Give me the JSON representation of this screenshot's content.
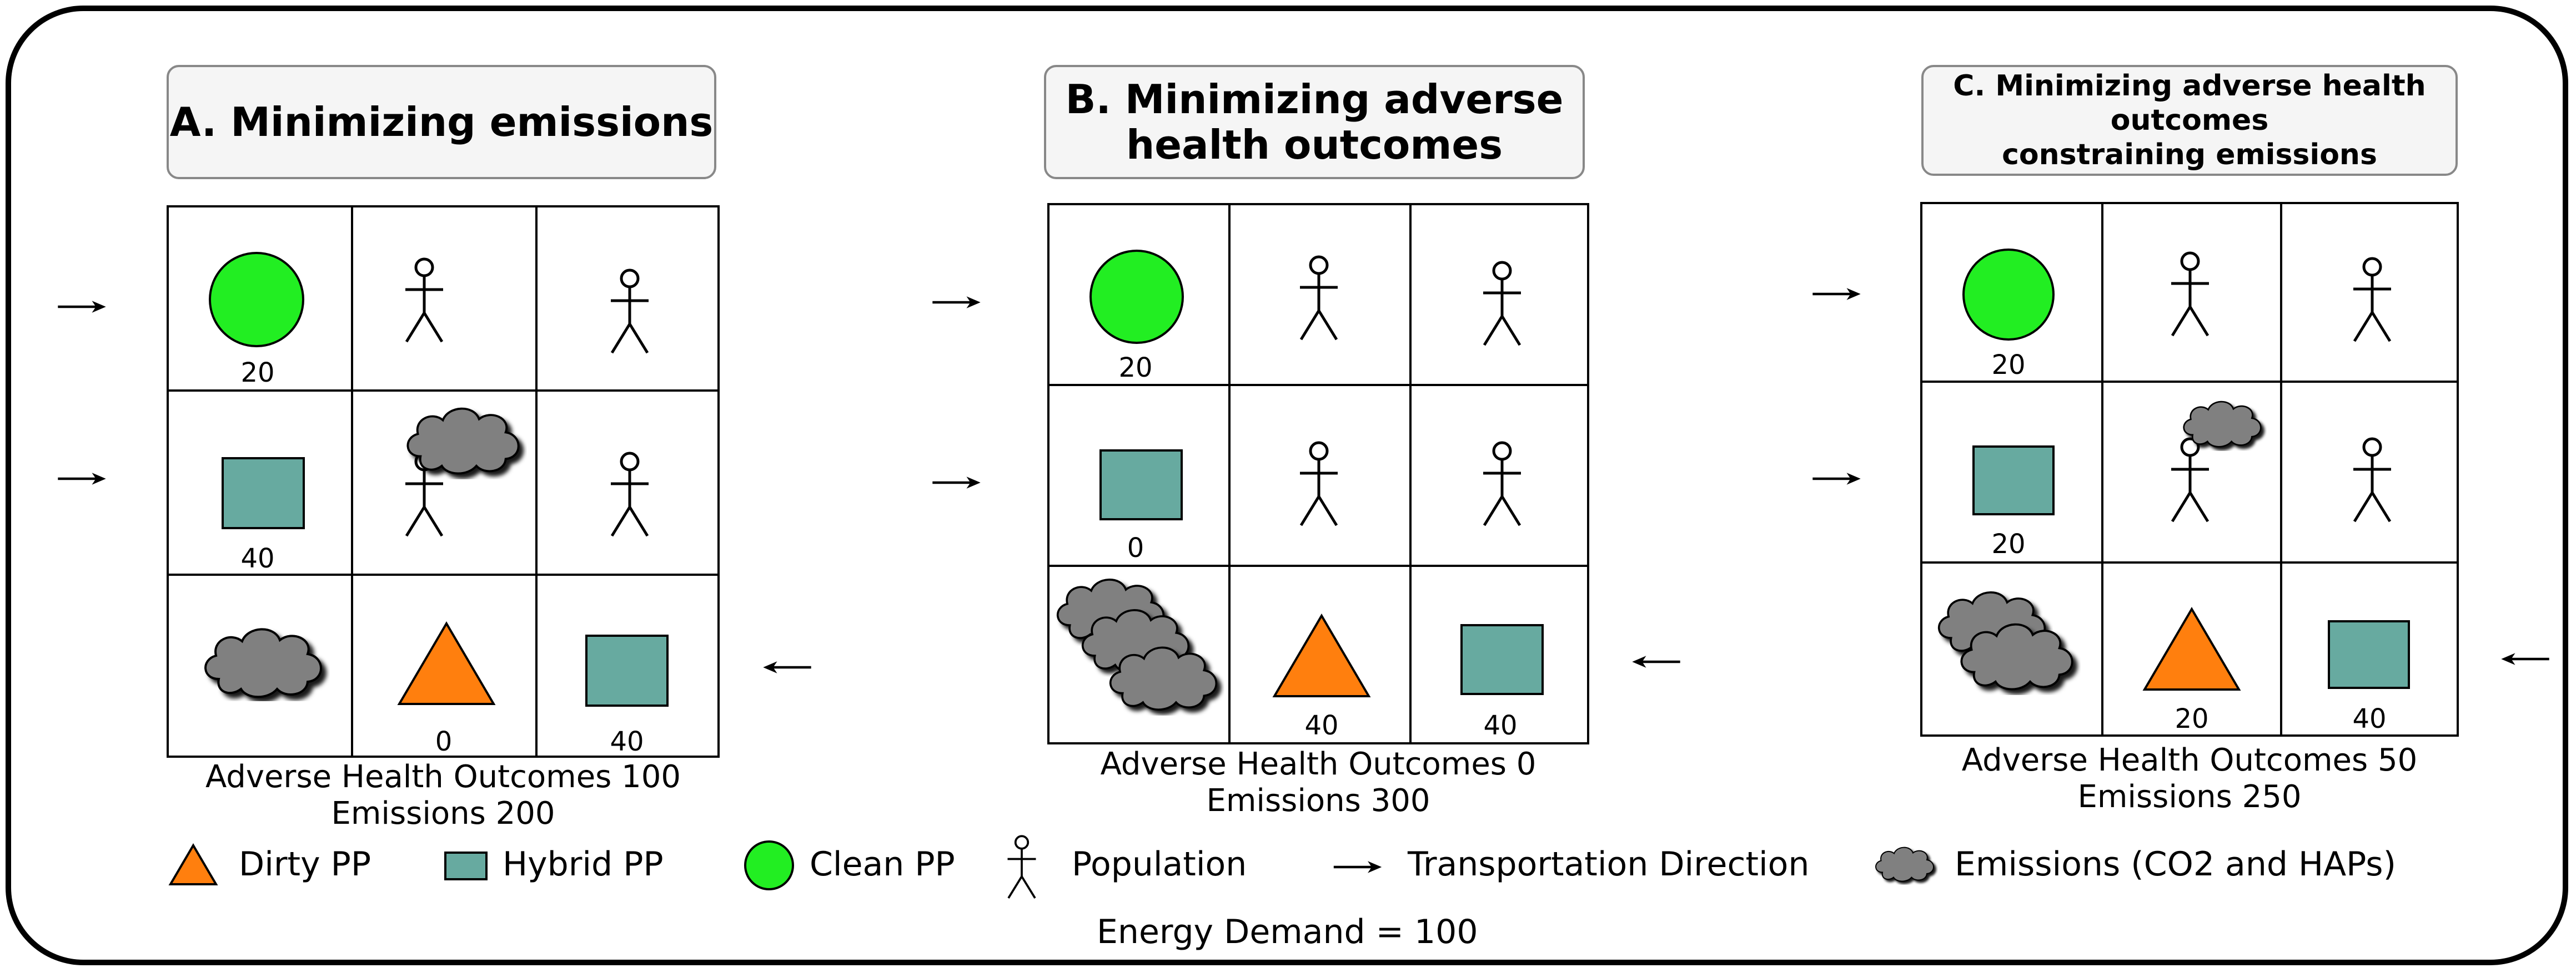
{
  "panels": [
    {
      "title": "A. Minimizing emissions",
      "cell_values": {
        "clean": "20",
        "hybrid1": "40",
        "dirty": "0",
        "hybrid2": "40"
      },
      "caption_line1": "Adverse Health Outcomes 100",
      "caption_line2": "Emissions 200"
    },
    {
      "title": "B. Minimizing adverse\nhealth outcomes",
      "cell_values": {
        "clean": "20",
        "hybrid1": "0",
        "dirty": "40",
        "hybrid2": "40"
      },
      "caption_line1": "Adverse Health Outcomes 0",
      "caption_line2": "Emissions 300"
    },
    {
      "title": "C. Minimizing adverse health\noutcomes\nconstraining emissions",
      "cell_values": {
        "clean": "20",
        "hybrid1": "20",
        "dirty": "20",
        "hybrid2": "40"
      },
      "caption_line1": "Adverse Health Outcomes 50",
      "caption_line2": "Emissions 250"
    }
  ],
  "legend": {
    "dirty": "Dirty PP",
    "hybrid": "Hybrid PP",
    "clean": "Clean PP",
    "population": "Population",
    "transport": "Transportation Direction",
    "emissions": "Emissions (CO2 and HAPs)"
  },
  "footer": "Energy Demand = 100",
  "colors": {
    "clean": "#22ee22",
    "hybrid": "#67aaa0",
    "dirty": "#ff7f0e",
    "emission": "#808080"
  }
}
